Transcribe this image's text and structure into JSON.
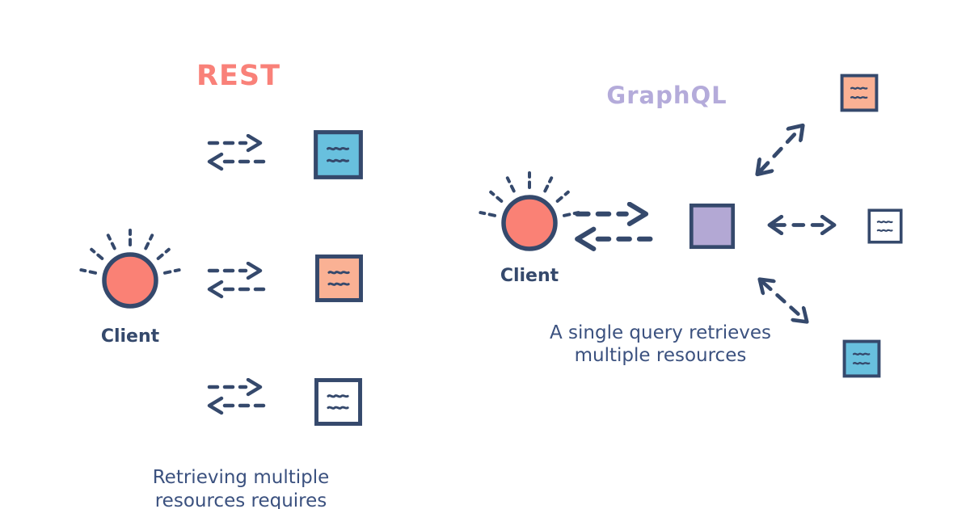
{
  "colors": {
    "navy": "#35496C",
    "text": "#3B517F",
    "coral": "#FA8175",
    "coral-title": "#F98179",
    "blue": "#68C0DE",
    "peach": "#FAB194",
    "purple": "#B3A8D4",
    "purple-title": "#B4ABDA",
    "white": "#FFFFFF"
  },
  "rest": {
    "title": "REST",
    "client_label": "Client",
    "caption": [
      "Retrieving multiple",
      "resources requires"
    ]
  },
  "graphql": {
    "title": "GraphQL",
    "client_label": "Client",
    "caption": [
      "A single query retrieves",
      "multiple resources"
    ]
  }
}
